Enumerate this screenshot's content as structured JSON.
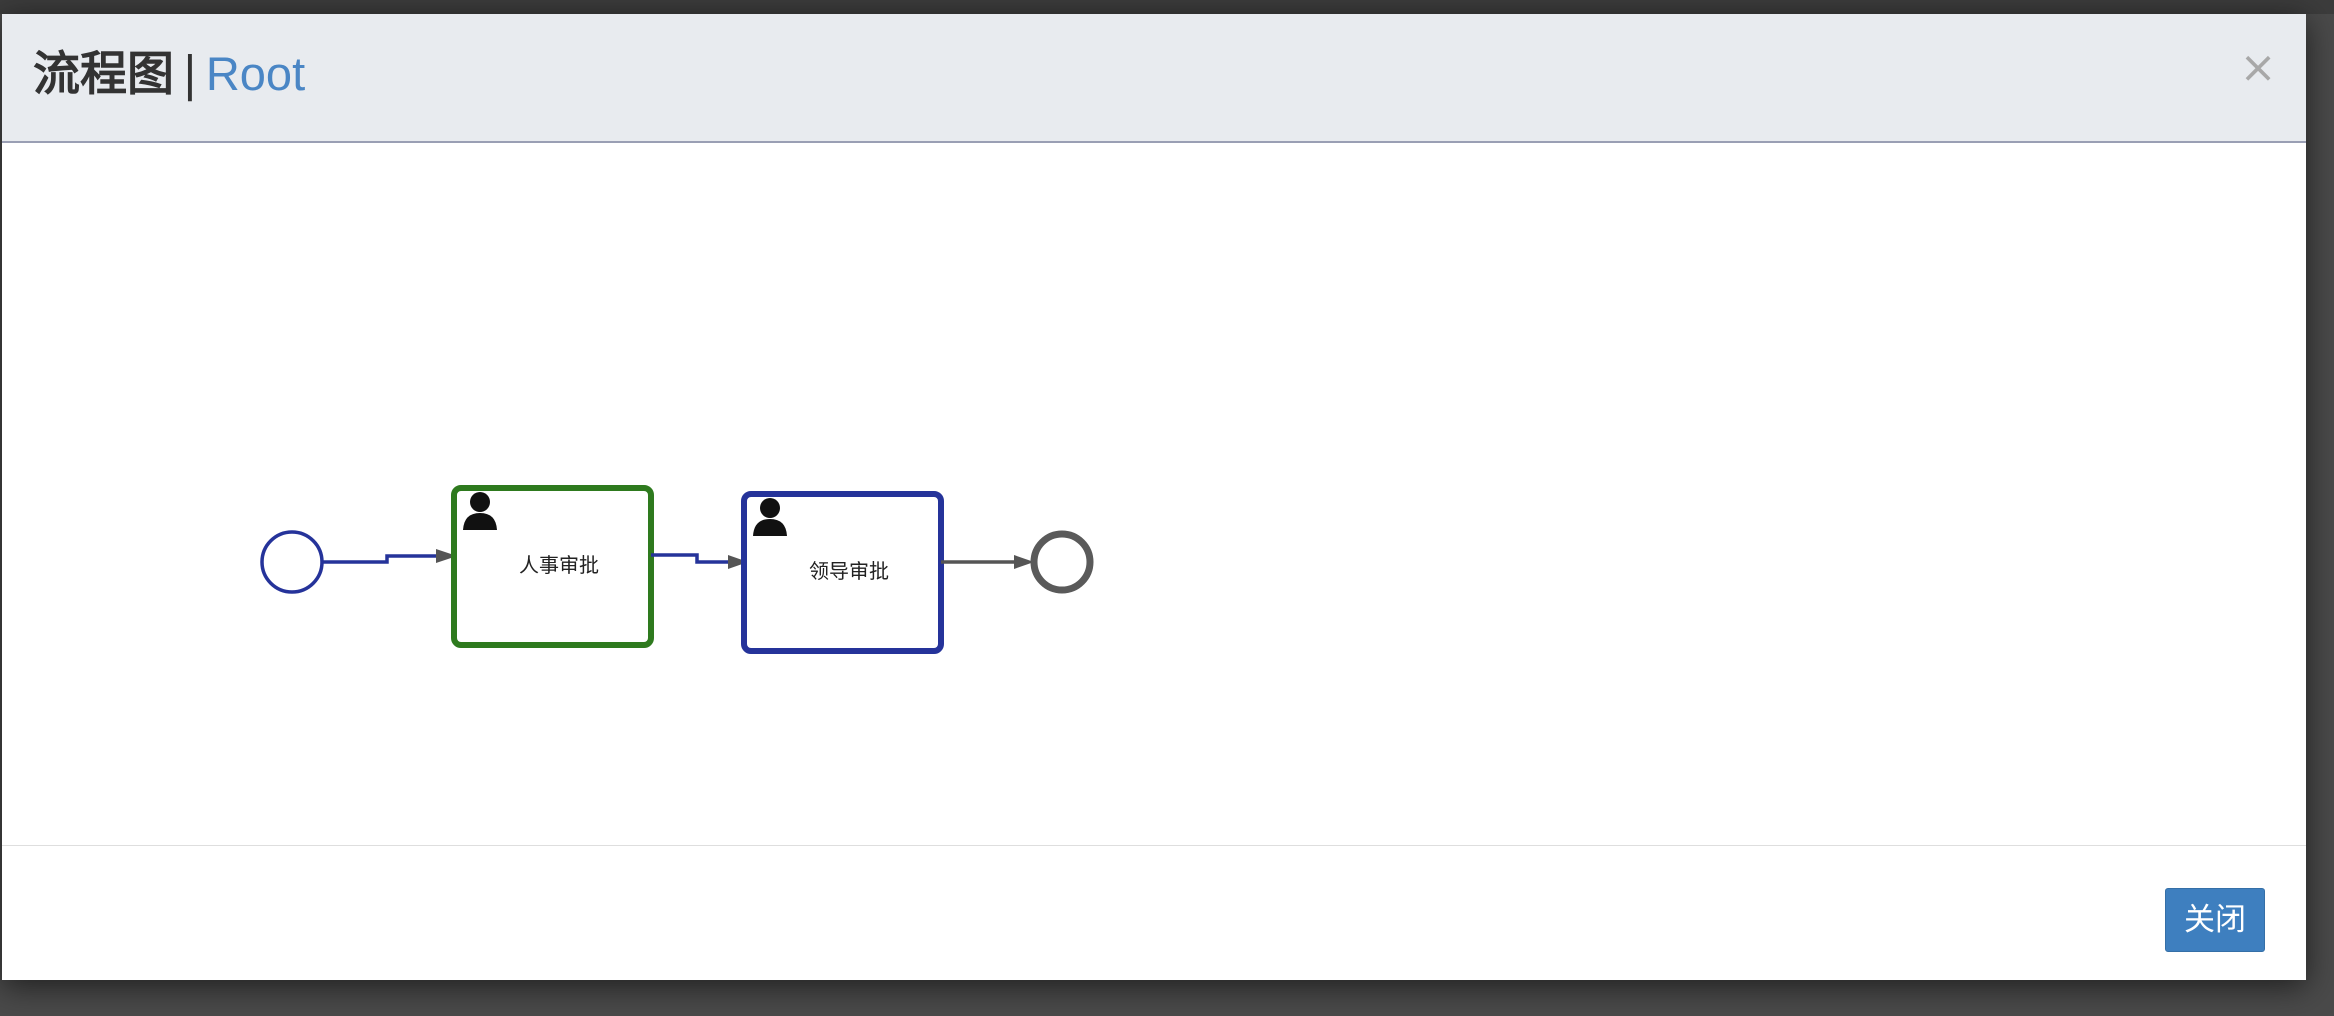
{
  "dialog": {
    "title": "流程图",
    "separator": "|",
    "subtitle": "Root",
    "close_icon": "×",
    "close_button_label": "关闭"
  },
  "process": {
    "tasks": [
      {
        "label": "人事审批",
        "type": "user-task",
        "status": "completed",
        "border_color": "#2e7a1e"
      },
      {
        "label": "领导审批",
        "type": "user-task",
        "status": "active",
        "border_color": "#25339a"
      }
    ],
    "start_event": {
      "color": "#25339a"
    },
    "end_event": {
      "color": "#5a5a5a"
    },
    "flow_color_traversed": "#25339a",
    "flow_color_pending": "#555555"
  },
  "colors": {
    "header_bg": "#e8ebef",
    "accent": "#4a86c5",
    "button_bg": "#3e7fbf"
  }
}
